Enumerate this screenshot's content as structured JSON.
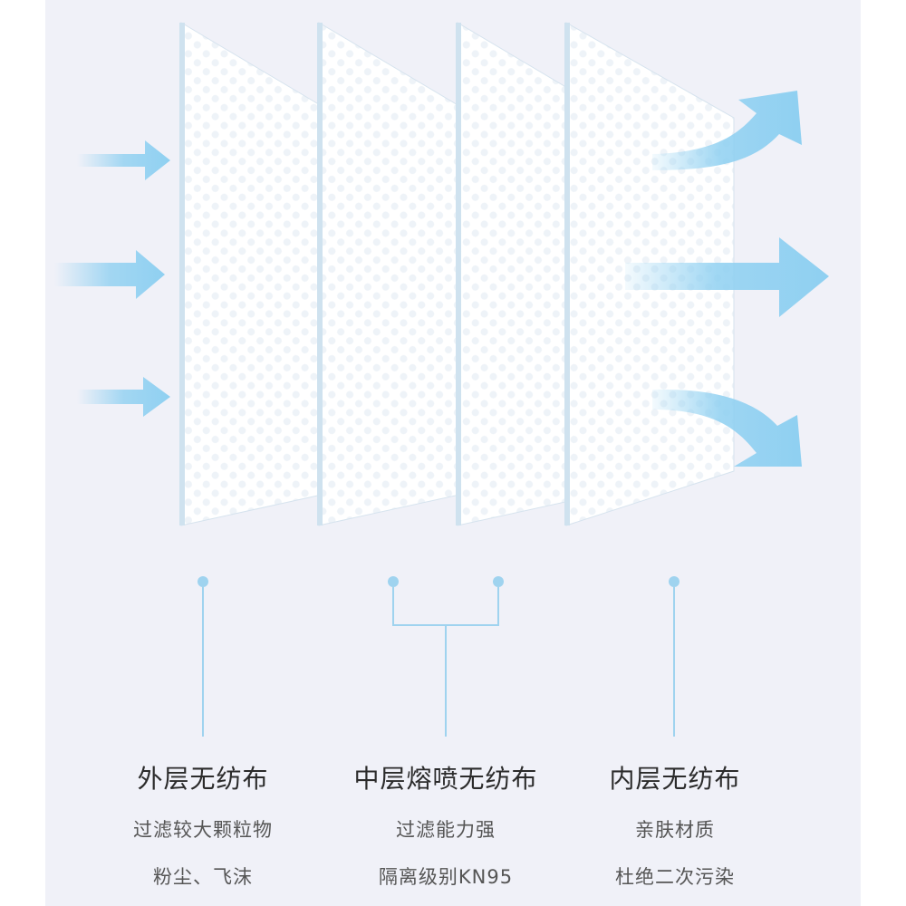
{
  "layers": [
    {
      "title": "外层无纺布",
      "line1": "过滤较大颗粒物",
      "line2": "粉尘、飞沫"
    },
    {
      "title": "中层熔喷无纺布",
      "line1": "过滤能力强",
      "line2": "隔离级别KN95"
    },
    {
      "title": "内层无纺布",
      "line1": "亲肤材质",
      "line2": "杜绝二次污染"
    }
  ],
  "colors": {
    "arrow": "#8fd0f1",
    "connector": "#9fd3ef",
    "background": "#f0f1f8"
  }
}
